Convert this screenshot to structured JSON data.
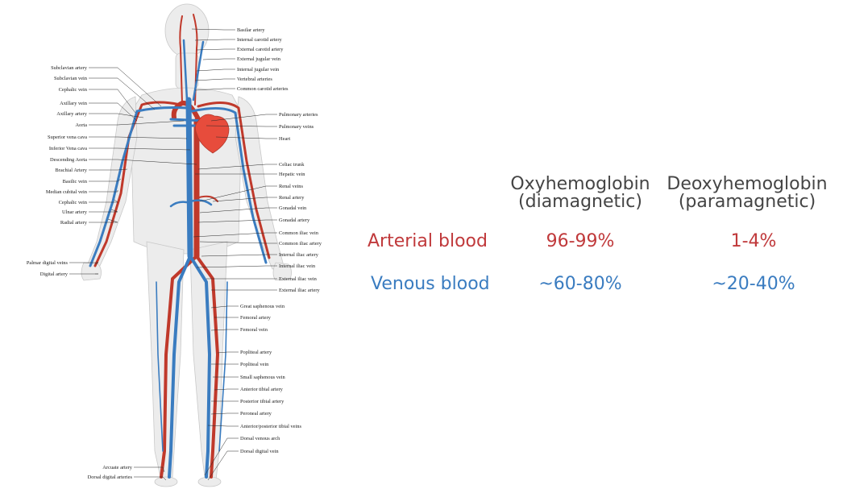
{
  "diagram": {
    "left_labels": [
      "Subclavian artery",
      "Subclavian vein",
      "Cephalic vein",
      "Axillary vein",
      "Axillary artery",
      "Aorta",
      "Superior vena cava",
      "Inferior Vena cava",
      "Descending Aorta",
      "Brachial Artery",
      "Basilic vein",
      "Median cubital vein",
      "Cephalic vein",
      "Ulnar artery",
      "Radial artery",
      "Palmar digital veins",
      "Digital artery",
      "Arcuate artery",
      "Dorsal digital arteries"
    ],
    "right_labels": [
      "Basilar artery",
      "Internal carotid artery",
      "External carotid artery",
      "External jugular vein",
      "Internal jugular vein",
      "Vertebral arteries",
      "Common carotid arteries",
      "Pulmonary arteries",
      "Pulmonary veins",
      "Heart",
      "Celiac trunk",
      "Hepatic vein",
      "Renal veins",
      "Renal artery",
      "Gonadal vein",
      "Gonadal artery",
      "Common iliac vein",
      "Common iliac artery",
      "Internal iliac artery",
      "Internal iliac vein",
      "External iliac vein",
      "External iliac artery",
      "Great saphenous vein",
      "Femoral artery",
      "Femoral vein",
      "Popliteal artery",
      "Popliteal vein",
      "Small saphenous vein",
      "Anterior tibial artery",
      "Posterior tibial artery",
      "Peroneal artery",
      "Anterior/posterior tibial veins",
      "Dorsal venous arch",
      "Dorsal digital vein"
    ]
  },
  "table": {
    "col1_header": [
      "Oxyhemoglobin",
      "(diamagnetic)"
    ],
    "col2_header": [
      "Deoxyhemoglobin",
      "(paramagnetic)"
    ],
    "rows": [
      {
        "label": "Arterial blood",
        "oxy": "96-99%",
        "deoxy": "1-4%",
        "color": "#c0393b"
      },
      {
        "label": "Venous blood",
        "oxy": "~60-80%",
        "deoxy": "~20-40%",
        "color": "#3a7cc0"
      }
    ]
  },
  "colors": {
    "artery": "#c0392b",
    "vein": "#3a7cc0",
    "heart": "#e74c3c",
    "body": "#ececec"
  }
}
